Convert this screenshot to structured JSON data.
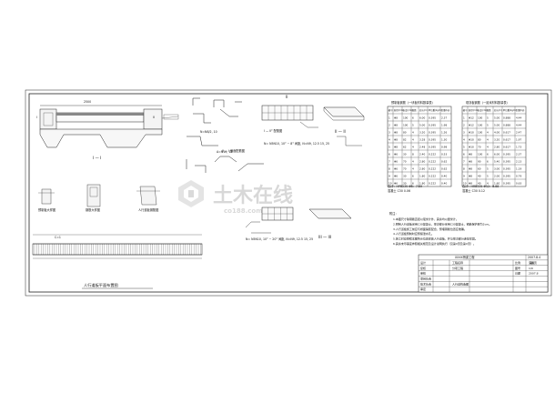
{
  "drawing": {
    "section_label_left": "I — I",
    "section_label_II": "II",
    "section_label_II_II": "II — II",
    "section_label_III": "III — III",
    "plan_title": "人行道板平面布置图",
    "label_a": "II",
    "label_b": "I",
    "dim_top": "2500",
    "dim_plan_left": "C=1",
    "note_1": "N=N8/2, 10",
    "note_2": "A=N10, 13",
    "formula_1": "N= N5N10, 10° ~ 8° 间距, N=N9, 12.5 15, 25",
    "formula_2": "N= N5N10, 10° ~ 20° 间距, N=N9, 12.5 15, 25",
    "sub_label_1": "II — I 截面配筋图",
    "sub_label_2": "I — II° 配筋图",
    "detail_label_1": "预制板大样图",
    "detail_label_2": "钢筋大样图",
    "detail_label_3": "人行道板钢筋图"
  },
  "tables": {
    "left_title": "预制板钢筋（一块板材料数量表）",
    "right_title": "现浇板钢筋（一延米材料数量表）",
    "headers": [
      "编号",
      "直径(mm)",
      "长度(cm)",
      "根数",
      "总长(m)",
      "单位重(kg/m)",
      "共重(kg)"
    ],
    "left_rows": [
      [
        "1",
        "Φ8",
        "100",
        "6",
        "6.00",
        "0.395",
        "2.37"
      ],
      [
        "2",
        "Φ8",
        "100",
        "5",
        "5.00",
        "0.395",
        "1.98"
      ],
      [
        "3",
        "Φ8",
        "80",
        "4",
        "3.20",
        "0.395",
        "1.26"
      ],
      [
        "4",
        "Φ8",
        "82",
        "4",
        "3.28",
        "0.395",
        "1.30"
      ],
      [
        "5",
        "Φ8",
        "62",
        "4",
        "2.48",
        "0.395",
        "0.98"
      ],
      [
        "6",
        "Φ6",
        "30",
        "8",
        "2.40",
        "0.222",
        "0.53"
      ],
      [
        "7",
        "Φ6",
        "70",
        "4",
        "2.80",
        "0.222",
        "0.62"
      ],
      [
        "8",
        "Φ6",
        "70",
        "4",
        "2.80",
        "0.222",
        "0.62"
      ],
      [
        "9",
        "Φ6",
        "30",
        "6",
        "1.80",
        "0.222",
        "0.40"
      ],
      [
        "10",
        "Φ6",
        "30",
        "6",
        "1.80",
        "0.222",
        "0.40"
      ]
    ],
    "right_rows": [
      [
        "1",
        "Φ12",
        "100",
        "5",
        "5.00",
        "0.888",
        "4.44"
      ],
      [
        "2",
        "Φ12",
        "100",
        "5",
        "5.00",
        "0.888",
        "4.44"
      ],
      [
        "3",
        "Φ10",
        "100",
        "4",
        "4.00",
        "0.617",
        "2.47"
      ],
      [
        "4",
        "Φ10",
        "80",
        "4",
        "3.20",
        "0.617",
        "1.97"
      ],
      [
        "5",
        "Φ10",
        "70",
        "4",
        "2.80",
        "0.617",
        "1.73"
      ],
      [
        "6",
        "Φ8",
        "100",
        "6",
        "6.00",
        "0.395",
        "2.37"
      ],
      [
        "7",
        "Φ8",
        "90",
        "6",
        "5.40",
        "0.395",
        "2.13"
      ],
      [
        "8",
        "Φ8",
        "60",
        "5",
        "3.00",
        "0.395",
        "1.19"
      ],
      [
        "9",
        "Φ8",
        "40",
        "5",
        "2.00",
        "0.395",
        "0.79"
      ],
      [
        "10",
        "Φ8",
        "40",
        "4",
        "1.60",
        "0.395",
        "0.63"
      ]
    ],
    "left_sum_1": "合计：HPB235 Φ8：7.89",
    "left_sum_2": "混凝土 C30 0.06",
    "right_sum_1": "合计：HRB335 Φ12：8.88",
    "right_sum_2": "混凝土 C30 0.12"
  },
  "notes": {
    "heading": "附注：",
    "lines": [
      "1.本图尺寸除钢筋直径以毫米计外，其余均以厘米计。",
      "2.预制人行道板采用C30混凝土，现浇部分采用C30混凝土，钢筋保护层为2cm。",
      "3.人行道板施工前应与桥面铺装配合，预埋钢筋位置应准确。",
      "4.人行道板预制时应预留泄水孔。",
      "5.施工时应按照本图所示位置安装人行道板，并与现浇部分连接牢固。",
      "6.其余未尽事宜参照相关规范及设计说明执行（见第X页及第X页）。"
    ]
  },
  "title_block": {
    "project": "XXXX桥梁工程",
    "drawing_no": "2007.8.4",
    "sheet": "第1页",
    "rows": [
      [
        "设计",
        "",
        "工程名称",
        ""
      ],
      [
        "复核",
        "",
        "分项工程",
        ""
      ],
      [
        "审核",
        "",
        "",
        ""
      ],
      [
        "项目负责",
        "",
        "",
        ""
      ],
      [
        "技术负责",
        "",
        "人行道构造图",
        ""
      ],
      [
        "审定",
        "",
        "",
        ""
      ]
    ],
    "side": [
      "比例",
      "图号",
      "日期"
    ],
    "side_vals": [
      "见图",
      "1/9",
      "2007.8"
    ]
  },
  "watermark": {
    "main": "土木在线",
    "sub": "co188.com"
  }
}
